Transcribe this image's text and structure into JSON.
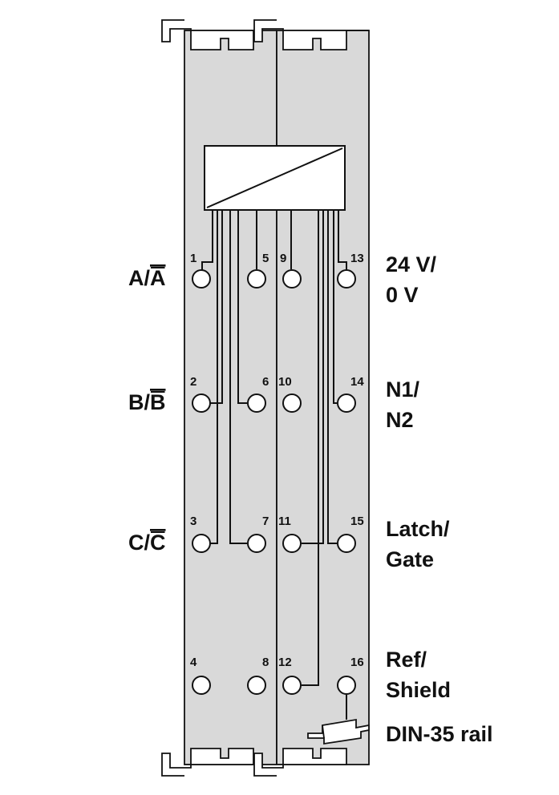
{
  "colors": {
    "module_fill": "#d9d9d9",
    "stroke": "#111111",
    "converter_fill": "#ffffff",
    "terminal_fill": "#ffffff",
    "background": "#ffffff"
  },
  "left_labels": [
    {
      "prefix": "A/",
      "overline": "A"
    },
    {
      "prefix": "B/",
      "overline": "B"
    },
    {
      "prefix": "C/",
      "overline": "C"
    }
  ],
  "right_labels": [
    {
      "line1": "24 V/",
      "line2": "0 V"
    },
    {
      "line1": "N1/",
      "line2": "N2"
    },
    {
      "line1": "Latch/",
      "line2": "Gate"
    },
    {
      "line1": "Ref/",
      "line2": "Shield"
    }
  ],
  "rail_label": "DIN-35 rail",
  "pins": [
    "1",
    "2",
    "3",
    "4",
    "5",
    "6",
    "7",
    "8",
    "9",
    "10",
    "11",
    "12",
    "13",
    "14",
    "15",
    "16"
  ],
  "icons": {
    "converter": "signal-converter-icon",
    "rail": "din-rail-icon"
  }
}
